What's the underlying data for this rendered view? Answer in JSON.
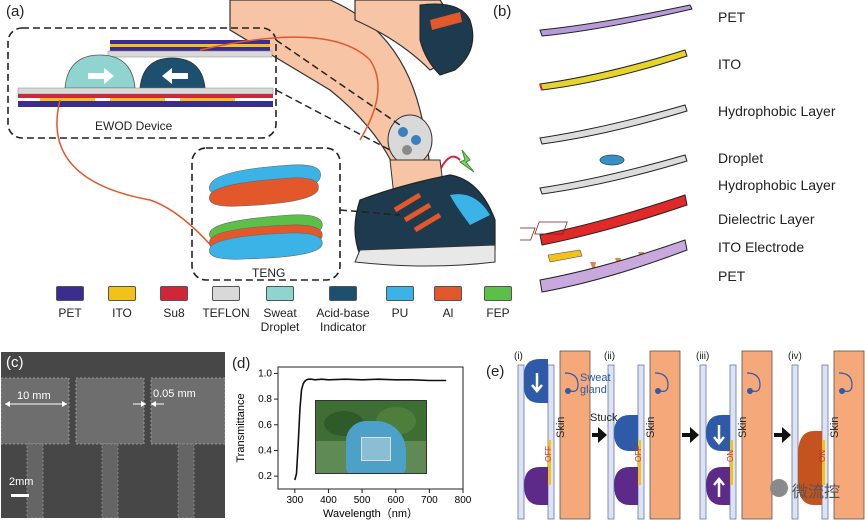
{
  "panels": {
    "a": "(a)",
    "b": "(b)",
    "c": "(c)",
    "d": "(d)",
    "e": "(e)"
  },
  "panel_a": {
    "ewod_label": "EWOD Device",
    "teng_label": "TENG",
    "legend": [
      {
        "label": "PET",
        "color": "#3b2d8f"
      },
      {
        "label": "ITO",
        "color": "#f2c21a"
      },
      {
        "label": "Su8",
        "color": "#d0263a"
      },
      {
        "label": "TEFLON",
        "color": "#d9d9d9"
      },
      {
        "label": "Sweat Droplet",
        "color": "#8fd4cf"
      },
      {
        "label": "Acid-base Indicator",
        "color": "#1d4f6e"
      },
      {
        "label": "PU",
        "color": "#3bb3e6"
      },
      {
        "label": "Al",
        "color": "#e2582a"
      },
      {
        "label": "FEP",
        "color": "#5cbf47"
      }
    ]
  },
  "panel_b": {
    "layers": [
      "PET",
      "ITO",
      "Hydrophobic Layer",
      "Droplet",
      "Hydrophobic Layer",
      "Dielectric Layer",
      "ITO Electrode",
      "PET"
    ]
  },
  "panel_c": {
    "dim1": "10 mm",
    "dim2": "0.05 mm",
    "scale": "2mm"
  },
  "chart_data": {
    "type": "line",
    "xlabel": "Wavelength（nm）",
    "ylabel": "Transmittance",
    "xlim": [
      250,
      800
    ],
    "ylim": [
      0.1,
      1.05
    ],
    "xticks": [
      300,
      400,
      500,
      600,
      700,
      800
    ],
    "yticks": [
      0.2,
      0.4,
      0.6,
      0.8,
      1.0
    ],
    "series": [
      {
        "x": [
          300,
          305,
          310,
          315,
          320,
          325,
          330,
          335,
          340,
          350,
          360,
          380,
          400,
          450,
          500,
          550,
          600,
          650,
          700,
          750
        ],
        "y": [
          0.17,
          0.22,
          0.45,
          0.72,
          0.87,
          0.92,
          0.94,
          0.95,
          0.955,
          0.955,
          0.95,
          0.955,
          0.95,
          0.955,
          0.95,
          0.955,
          0.95,
          0.95,
          0.945,
          0.945
        ]
      }
    ]
  },
  "panel_e": {
    "steps": [
      "(i)",
      "(ii)",
      "(iii)",
      "(iv)"
    ],
    "sweat_gland": "Sweat gland",
    "stuck": "Stuck",
    "skin": "Skin",
    "off": "OFF",
    "on": "ON"
  },
  "watermark": "微流控"
}
